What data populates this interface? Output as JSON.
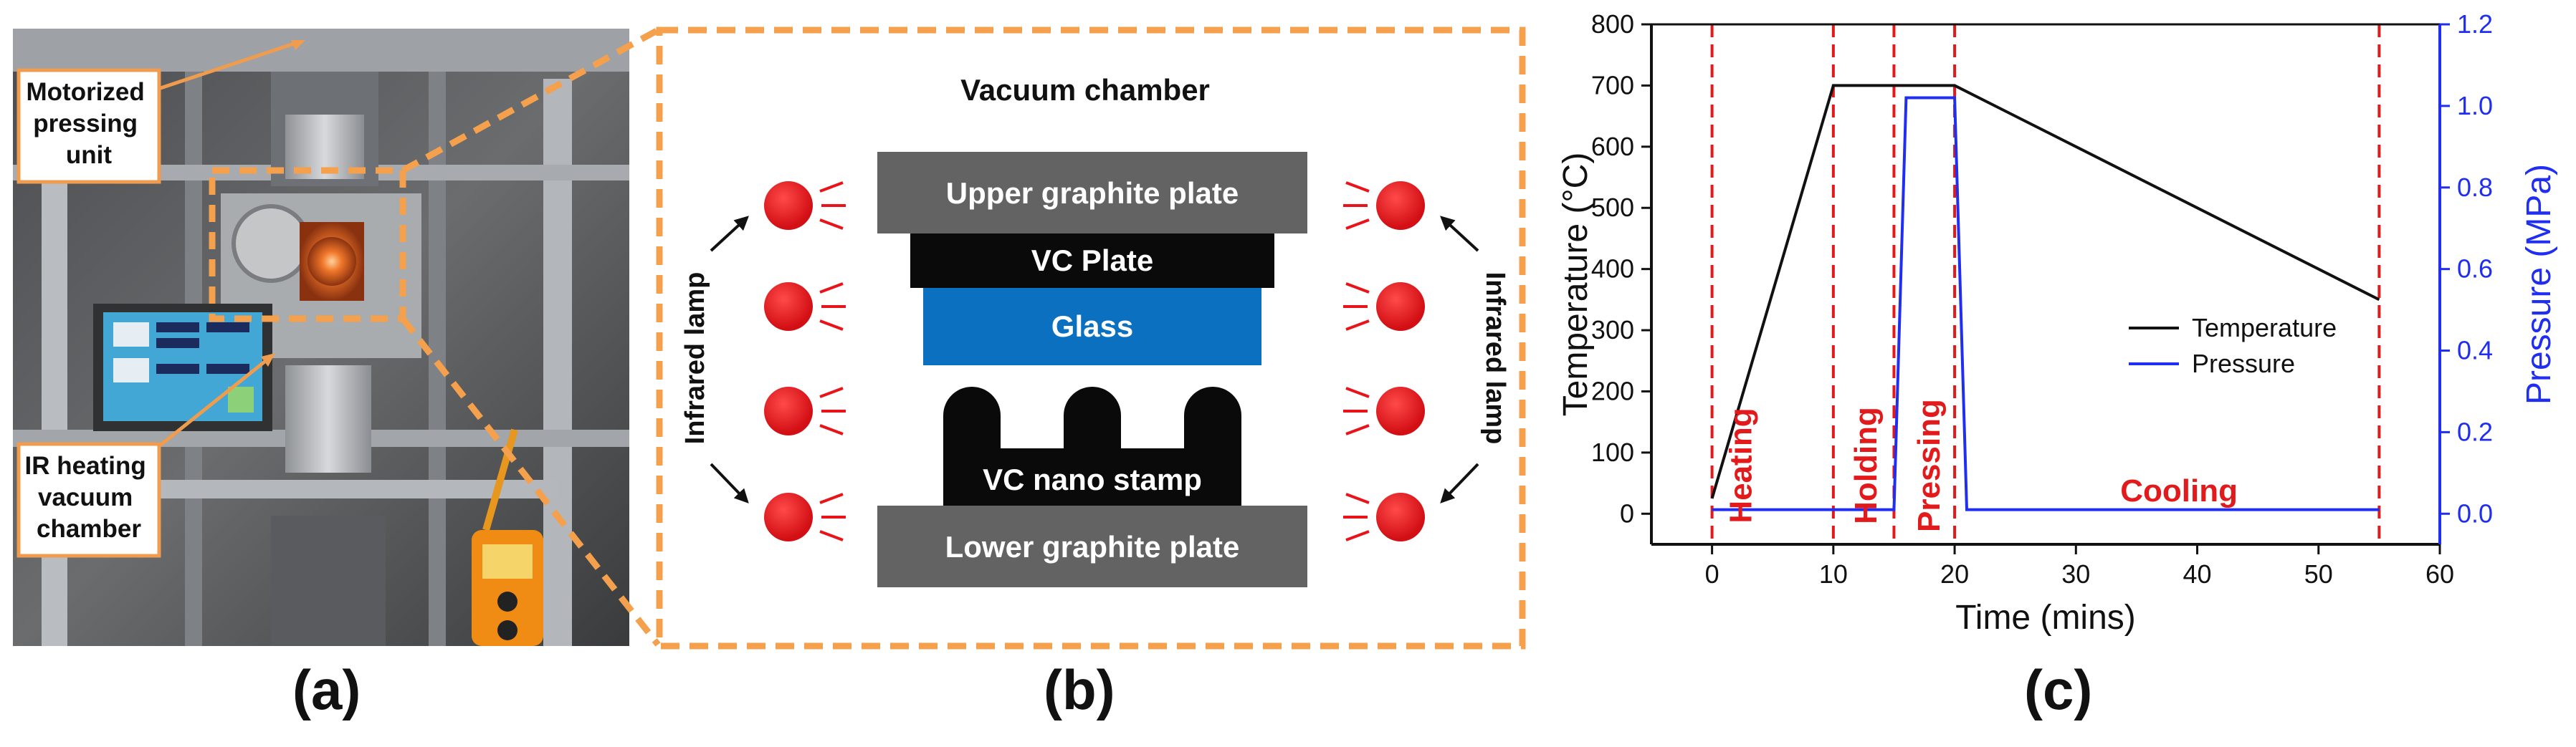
{
  "photo": {
    "callout_top": [
      "Motorized",
      "pressing",
      "unit"
    ],
    "callout_bottom": [
      "IR heating",
      "vacuum",
      "chamber"
    ]
  },
  "schematic": {
    "title": "Vacuum chamber",
    "upper_plate": "Upper graphite plate",
    "vc_plate": "VC Plate",
    "glass": "Glass",
    "stamp": "VC nano stamp",
    "lower_plate": "Lower graphite plate",
    "lamp_label_left": "Infrared lamp",
    "lamp_label_right": "Infrared lamp"
  },
  "captions": {
    "a": "(a)",
    "b": "(b)",
    "c": "(c)"
  },
  "colors": {
    "dashed_orange": "#f4a04c",
    "callout_orange": "#ef9c4e",
    "plate_gray": "#636363",
    "glass_blue": "#0b70c0",
    "lamp_red": "#e8141a",
    "stage_red": "#e31a1c",
    "pressure_blue": "#1f2ef0"
  },
  "chart_data": {
    "type": "line",
    "xlabel": "Time (mins)",
    "ylabel": "Temperature (°C)",
    "y2label": "Pressure (MPa)",
    "xlim": [
      -5,
      60
    ],
    "ylim": [
      -50,
      800
    ],
    "y2lim": [
      -0.075,
      1.2
    ],
    "xticks": [
      "0",
      "10",
      "20",
      "30",
      "40",
      "50",
      "60"
    ],
    "xtick_values": [
      0,
      10,
      20,
      30,
      40,
      50,
      60
    ],
    "yticks": [
      "0",
      "100",
      "200",
      "300",
      "400",
      "500",
      "600",
      "700",
      "800"
    ],
    "ytick_values": [
      0,
      100,
      200,
      300,
      400,
      500,
      600,
      700,
      800
    ],
    "y2ticks": [
      "0.0",
      "0.2",
      "0.4",
      "0.6",
      "0.8",
      "1.0",
      "1.2"
    ],
    "y2tick_values": [
      0,
      0.2,
      0.4,
      0.6,
      0.8,
      1.0,
      1.2
    ],
    "series": [
      {
        "name": "Temperature",
        "axis": "left",
        "color": "#111111",
        "x": [
          0,
          10,
          20,
          55
        ],
        "y": [
          25,
          700,
          700,
          350
        ]
      },
      {
        "name": "Pressure",
        "axis": "right",
        "color": "#1f2ef0",
        "x": [
          0,
          15,
          16,
          20,
          21,
          55
        ],
        "y": [
          0.01,
          0.01,
          1.02,
          1.02,
          0.01,
          0.01
        ]
      }
    ],
    "stage_lines": [
      0,
      10,
      15,
      20,
      55
    ],
    "stages": [
      {
        "label": "Heating",
        "x": 2.3
      },
      {
        "label": "Holding",
        "x": 12.6
      },
      {
        "label": "Pressing",
        "x": 17.8
      },
      {
        "label": "Cooling",
        "x": 38.5
      }
    ],
    "legend_position": "right-middle",
    "grid": false
  }
}
